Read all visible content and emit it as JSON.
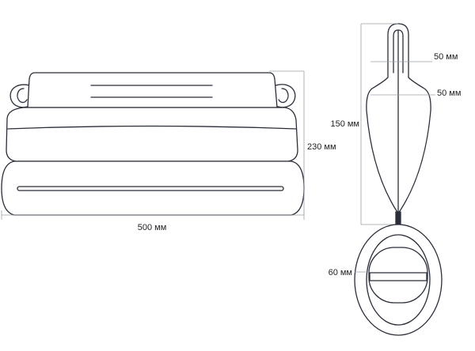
{
  "dimensions": {
    "width": "500 мм",
    "height": "230 мм",
    "profile_height": "150 мм",
    "top_section": "50 мм",
    "middle_section": "50 мм",
    "bottom_width": "60 мм"
  },
  "colors": {
    "outline": "#2a2e3a",
    "dimension_line": "#9aa0aa",
    "background": "#ffffff"
  }
}
